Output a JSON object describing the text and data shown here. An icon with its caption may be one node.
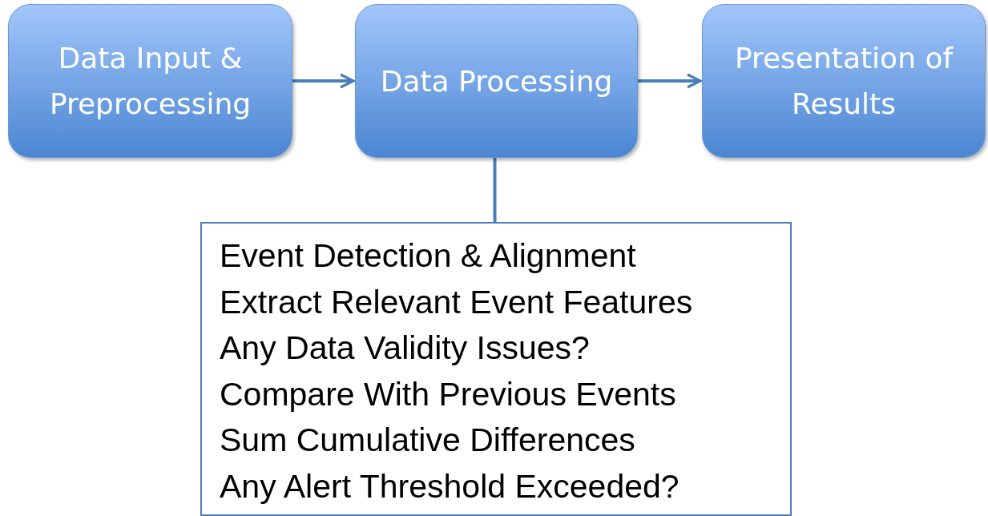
{
  "diagram": {
    "nodes": [
      {
        "text": [
          "Data Input & Preprocessing"
        ]
      },
      {
        "text": [
          "Data Processing"
        ]
      },
      {
        "text": [
          "Presentation of Results"
        ]
      },
      {
        "text": [
          "Event Detection & Alignment",
          "Extract Relevant Event Features",
          "Any Data Validity Issues?",
          "Compare With Previous Events",
          "Sum Cumulative Differences",
          "Any Alert Threshold Exceeded?"
        ]
      }
    ],
    "edges": [
      {
        "from": 0,
        "to": 1,
        "arrow": "to"
      },
      {
        "from": 1,
        "to": 2,
        "arrow": "to"
      },
      {
        "from": 1,
        "to": 3,
        "arrow": "none"
      }
    ]
  }
}
